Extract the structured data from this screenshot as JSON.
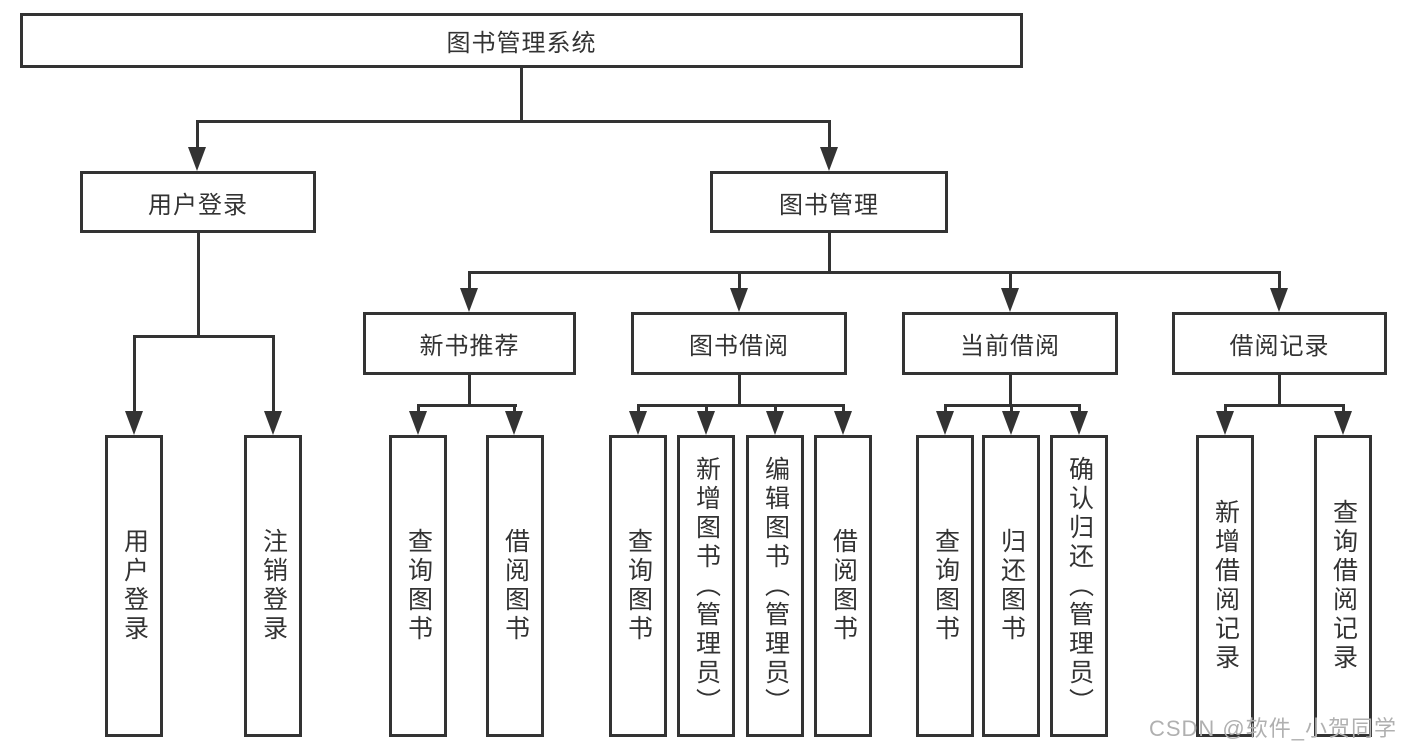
{
  "watermark": "CSDN @软件_小贺同学",
  "colors": {
    "line": "#333333",
    "box_background": "#ffffff",
    "text": "#333333",
    "watermark": "#b0b0b0"
  },
  "tree": {
    "root": {
      "label": "图书管理系统"
    },
    "branches": [
      {
        "label": "用户登录",
        "children": [
          {
            "label": "用户登录"
          },
          {
            "label": "注销登录"
          }
        ]
      },
      {
        "label": "图书管理",
        "children": [
          {
            "label": "新书推荐",
            "children": [
              {
                "label": "查询图书"
              },
              {
                "label": "借阅图书"
              }
            ]
          },
          {
            "label": "图书借阅",
            "children": [
              {
                "label": "查询图书"
              },
              {
                "label": "新增图书（管理员）"
              },
              {
                "label": "编辑图书（管理员）"
              },
              {
                "label": "借阅图书"
              }
            ]
          },
          {
            "label": "当前借阅",
            "children": [
              {
                "label": "查询图书"
              },
              {
                "label": "归还图书"
              },
              {
                "label": "确认归还（管理员）"
              }
            ]
          },
          {
            "label": "借阅记录",
            "children": [
              {
                "label": "新增借阅记录"
              },
              {
                "label": "查询借阅记录"
              }
            ]
          }
        ]
      }
    ]
  }
}
